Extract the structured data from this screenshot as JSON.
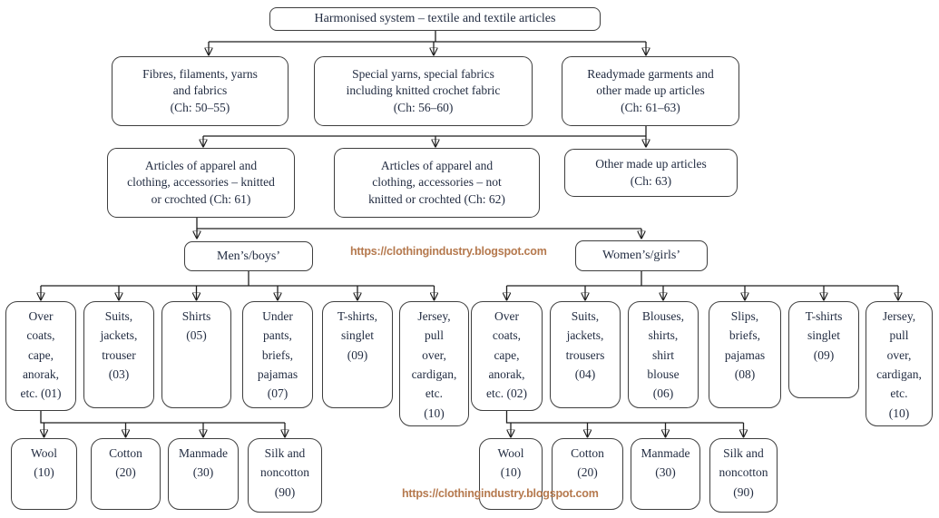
{
  "diagram_title": "Harmonised system – textile and textile articles",
  "watermark": {
    "url": "https://clothingindustry.blogspot.com",
    "color": "#b5794e"
  },
  "colors": {
    "box_border": "#3e3e3e",
    "text": "#232d42",
    "line": "#1f1f1f",
    "background": "#ffffff"
  },
  "nodes": {
    "root": "Harmonised system – textile and textile articles",
    "fibres": "Fibres, filaments, yarns\nand fabrics\n(Ch: 50–55)",
    "special": "Special yarns, special fabrics\nincluding knitted crochet fabric\n(Ch: 56–60)",
    "readymade": "Readymade garments and\nother made up articles\n(Ch: 61–63)",
    "knitted61": "Articles of apparel and\nclothing, accessories – knitted\nor crochted (Ch: 61)",
    "notknitted62": "Articles of apparel and\nclothing, accessories – not\nknitted or crochted (Ch: 62)",
    "other63": "Other made up articles\n(Ch: 63)",
    "mens": "Men’s/boys’",
    "womens": "Women’s/girls’",
    "m1": "Over\ncoats,\ncape,\nanorak,\netc. (01)",
    "m2": "Suits,\njackets,\ntrouser\n(03)",
    "m3": "Shirts\n(05)",
    "m4": "Under\npants,\nbriefs,\npajamas\n(07)",
    "m5": "T-shirts,\nsinglet\n(09)",
    "m6": "Jersey,\npull\nover,\ncardigan,\netc.\n(10)",
    "w1": "Over\ncoats,\ncape,\nanorak,\netc. (02)",
    "w2": "Suits,\njackets,\ntrousers\n(04)",
    "w3": "Blouses,\nshirts,\nshirt\nblouse\n(06)",
    "w4": "Slips,\nbriefs,\npajamas\n(08)",
    "w5": "T-shirts\nsinglet\n(09)",
    "w6": "Jersey,\npull\nover,\ncardigan,\netc.\n(10)"
  },
  "fabrics": {
    "wool": "Wool\n(10)",
    "cotton": "Cotton\n(20)",
    "manmade": "Manmade\n(30)",
    "silk": "Silk and\nnoncotton\n(90)"
  }
}
